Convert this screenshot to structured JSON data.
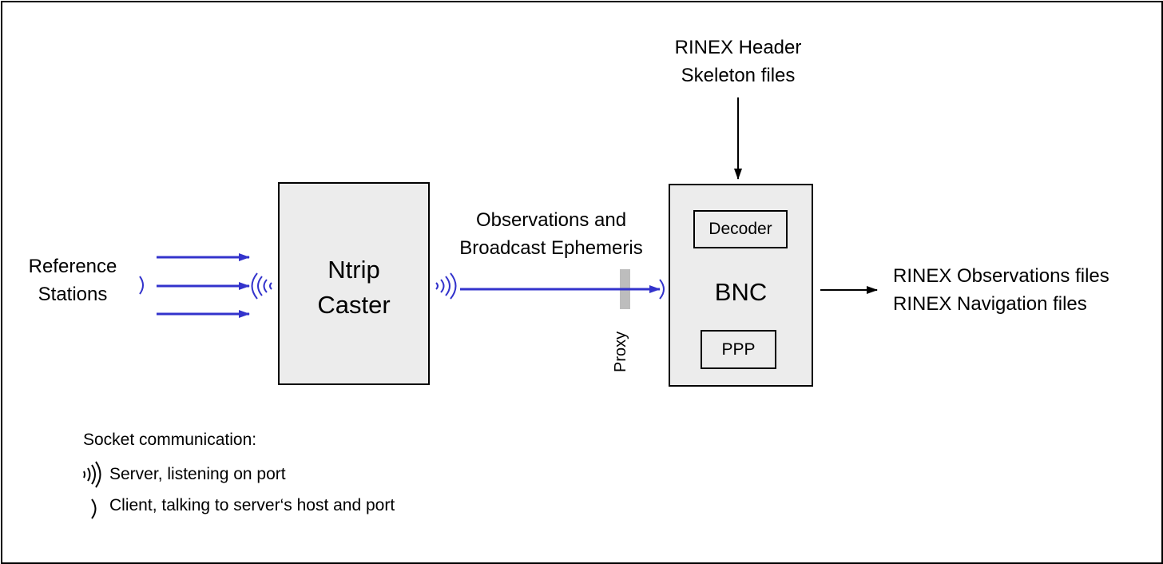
{
  "diagram": {
    "reference_stations": [
      "Reference",
      "Stations"
    ],
    "caster": [
      "Ntrip",
      "Caster"
    ],
    "stream_label": [
      "Observations and",
      "Broadcast Ephemeris"
    ],
    "proxy": "Proxy",
    "header_files": [
      "RINEX Header",
      "Skeleton files"
    ],
    "bnc": {
      "title": "BNC",
      "decoder": "Decoder",
      "ppp": "PPP"
    },
    "outputs": [
      "RINEX Observations files",
      "RINEX Navigation files"
    ]
  },
  "legend": {
    "title": "Socket communication:",
    "server": "Server, listening on port",
    "client": "Client, talking to server‘s host and port",
    "server_icon": "server-socket-icon",
    "client_icon": "client-socket-icon"
  },
  "colors": {
    "stream_arrow": "#3333cc",
    "box_fill": "#ececec",
    "proxy": "#bdbdbd"
  }
}
